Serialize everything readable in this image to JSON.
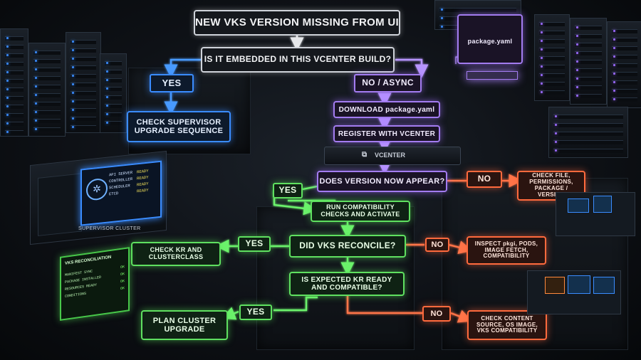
{
  "title": "NEW VKS VERSION MISSING FROM UI",
  "q_embedded": "IS IT EMBEDDED IN THIS VCENTER BUILD?",
  "yes1": "YES",
  "no_async": "NO / ASYNC",
  "check_supervisor": "CHECK SUPERVISOR UPGRADE SEQUENCE",
  "download": "DOWNLOAD package.yaml",
  "register": "REGISTER WITH VCENTER",
  "vcenter_label": "VCENTER",
  "package_file": "package.yaml",
  "q_appear": "DOES VERSION NOW APPEAR?",
  "no_appear": "NO",
  "check_file": "CHECK FILE, PERMISSIONS, PACKAGE / VERSION",
  "yes_appear": "YES",
  "run_compat": "RUN COMPATIBILITY CHECKS AND ACTIVATE",
  "q_reconcile": "DID VKS RECONCILE?",
  "yes_reconcile": "YES",
  "check_kr": "CHECK KR AND CLUSTERCLASS",
  "no_reconcile": "NO",
  "inspect": "INSPECT pkgi, PODS, IMAGE FETCH, COMPATIBILITY",
  "q_kr": "IS EXPECTED KR READY AND COMPATIBLE?",
  "yes_kr": "YES",
  "plan_upgrade": "PLAN CLUSTER UPGRADE",
  "no_kr": "NO",
  "check_content": "CHECK CONTENT SOURCE, OS IMAGE, VKS COMPATIBILITY",
  "supervisor": {
    "caption": "SUPERVISOR CLUSTER",
    "rows": [
      {
        "name": "API SERVER",
        "state": "READY"
      },
      {
        "name": "CONTROLLER",
        "state": "READY"
      },
      {
        "name": "SCHEDULER",
        "state": "READY"
      },
      {
        "name": "ETCD",
        "state": "READY"
      }
    ]
  },
  "reconcile_panel": {
    "title": "VKS RECONCILIATION",
    "rows": [
      {
        "name": "MANIFEST SYNC",
        "state": "OK"
      },
      {
        "name": "PACKAGE INSTALLED",
        "state": "OK"
      },
      {
        "name": "RESOURCES READY",
        "state": "OK"
      },
      {
        "name": "CONDITIONS",
        "state": "OK"
      }
    ]
  },
  "colors": {
    "green": "#5fe060",
    "orange": "#ff6a3d",
    "purple": "#a37cf0",
    "blue": "#3a8cff",
    "white": "#cfd3da"
  }
}
